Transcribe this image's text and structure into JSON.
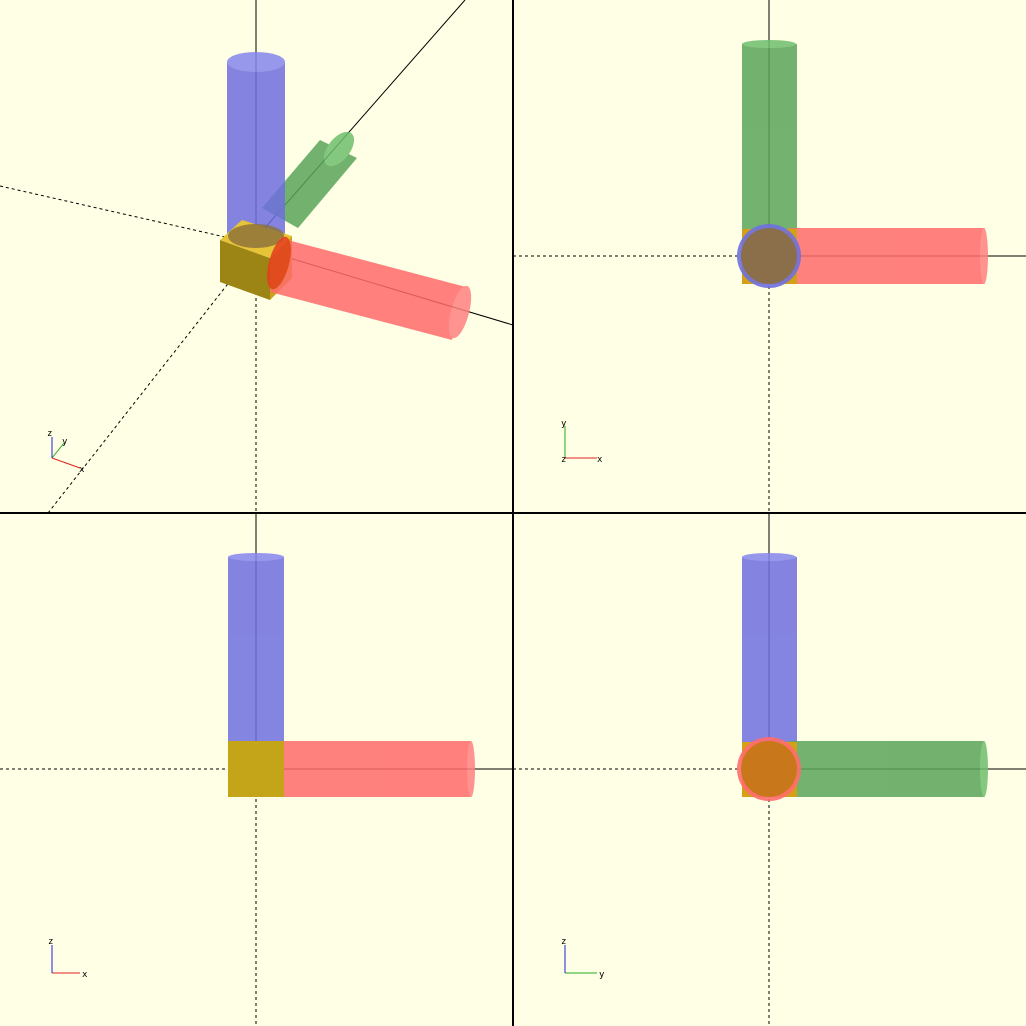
{
  "viewports": [
    {
      "id": "perspective",
      "gizmo": {
        "x": "x",
        "y": "y",
        "z": "z"
      }
    },
    {
      "id": "top",
      "gizmo": {
        "x": "x",
        "y": "y",
        "z": "z"
      }
    },
    {
      "id": "front",
      "gizmo": {
        "x": "x",
        "z": "z"
      }
    },
    {
      "id": "right",
      "gizmo": {
        "y": "y",
        "z": "z"
      }
    }
  ],
  "colors": {
    "background": "#ffffe5",
    "x_axis_part": "#ff6b6b",
    "y_axis_part": "#5aa55a",
    "z_axis_part": "#6f6fe0",
    "center_cube": "#d4a017",
    "axis_line": "#000000"
  }
}
